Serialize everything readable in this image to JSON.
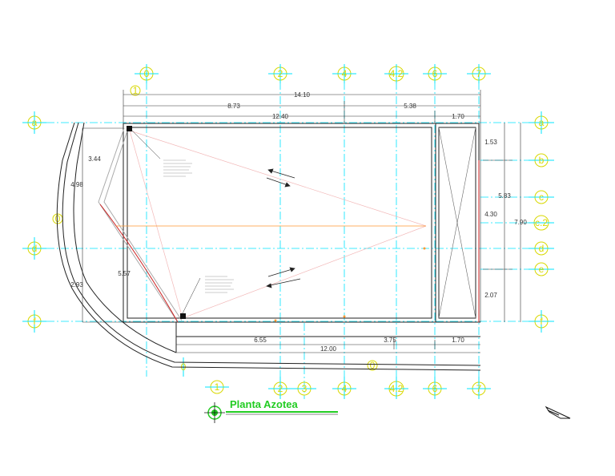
{
  "title": "Planta Azotea",
  "colors": {
    "grid": "#00e5ff",
    "grid_label": "#d8d800",
    "title": "#22cc22",
    "wall": "#222222",
    "slope": "#f2b8b8",
    "ridge": "#ff9933",
    "beam": "#cc2222"
  },
  "axes": {
    "top": [
      {
        "id": "col-0",
        "label": "0"
      },
      {
        "id": "col-2",
        "label": "2"
      },
      {
        "id": "col-4",
        "label": "4"
      },
      {
        "id": "col-42",
        "label": "4.2"
      },
      {
        "id": "col-6",
        "label": "6"
      },
      {
        "id": "col-7",
        "label": "7"
      }
    ],
    "bottom": [
      {
        "id": "col-0b",
        "label": "0"
      },
      {
        "id": "col-1b",
        "label": "1"
      },
      {
        "id": "col-2b",
        "label": "2"
      },
      {
        "id": "col-3b",
        "label": "3"
      },
      {
        "id": "col-4b",
        "label": "4"
      },
      {
        "id": "col-0c",
        "label": "0"
      },
      {
        "id": "col-42b",
        "label": "4.2"
      },
      {
        "id": "col-6b",
        "label": "6"
      },
      {
        "id": "col-7b",
        "label": "7"
      }
    ],
    "left": [
      {
        "id": "row-a",
        "label": "a"
      },
      {
        "id": "row-d",
        "label": "d"
      },
      {
        "id": "row-f",
        "label": "f"
      }
    ],
    "right": [
      {
        "id": "row-ra",
        "label": "a"
      },
      {
        "id": "row-rb",
        "label": "b"
      },
      {
        "id": "row-rc",
        "label": "c"
      },
      {
        "id": "row-rc2",
        "label": "c.2"
      },
      {
        "id": "row-rd",
        "label": "d"
      },
      {
        "id": "row-re",
        "label": "e"
      },
      {
        "id": "row-rf",
        "label": "f"
      }
    ],
    "inner": [
      {
        "id": "tag-1",
        "label": "1"
      },
      {
        "id": "tag-0",
        "label": "0"
      }
    ]
  },
  "dimensions": {
    "d1410": "14.10",
    "d873": "8.73",
    "d538": "5.38",
    "d1240": "12.40",
    "d170t": "1.70",
    "d153": "1.53",
    "d583": "5.83",
    "d430": "4.30",
    "d790": "7.90",
    "d207": "2.07",
    "d344": "3.44",
    "d498": "4.98",
    "d557": "5.57",
    "d293": "2.93",
    "d655": "6.55",
    "d375": "3.75",
    "d170b": "1.70",
    "d1200": "12.00"
  }
}
